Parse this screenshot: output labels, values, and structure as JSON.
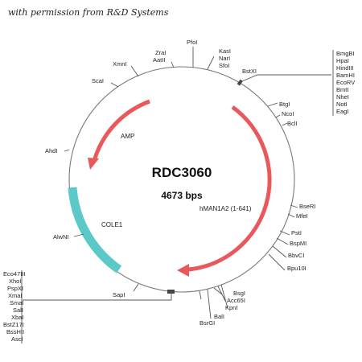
{
  "credit": "with permission from R&D Systems",
  "plasmid": {
    "name": "RDC3060",
    "size": "4673 bps"
  },
  "features": {
    "amp": "AMP",
    "cole1": "COLE1",
    "insert": "hMAN1A2 (1-641)"
  },
  "sites": {
    "zrai": "ZraI",
    "aatii": "AatII",
    "pfoi": "PfoI",
    "kasi": "KasI",
    "nari": "NarI",
    "sfoi": "SfoI",
    "xmni": "XmnI",
    "scai": "ScaI",
    "bstxi": "BstXI",
    "bmgbi": "BmgBI",
    "hpai": "HpaI",
    "hindiii": "HindIII",
    "bamhi": "BamHI",
    "ecorv": "EcoRV",
    "bmti": "BmtI",
    "nhei": "NheI",
    "noti": "NotI",
    "eagi": "EagI",
    "btgi": "BtgI",
    "ncoi": "NcoI",
    "bcli": "BclI",
    "ahdi": "AhdI",
    "bseri": "BseRI",
    "mfei": "MfeI",
    "psti": "PstI",
    "bspmi": "BspMI",
    "bbvci": "BbvCI",
    "bpu10i": "Bpu10I",
    "alwni": "AlwNI",
    "sapi": "SapI",
    "bsgi": "BsgI",
    "acc65i": "Acc65I",
    "kpni": "KpnI",
    "bali": "BalI",
    "bsrgi": "BsrGI",
    "eco47iii": "Eco47III",
    "xhoi": "XhoI",
    "pspxi": "PspXI",
    "xmai": "XmaI",
    "smai": "SmaI",
    "sali": "SalI",
    "xbai": "XbaI",
    "bstz17i": "BstZ17I",
    "bsshii": "BssHII",
    "asci": "AscI"
  },
  "colors": {
    "arrow_red": "#e9595b",
    "arrow_red_fill": "#f08a8a",
    "cole1_teal": "#5cc9c9",
    "circle": "#777777"
  }
}
